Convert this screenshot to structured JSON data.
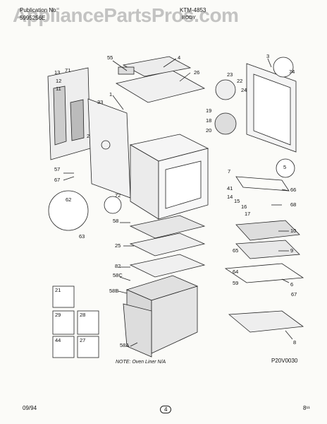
{
  "header": {
    "publication_label": "Publication No.",
    "publication_number": "5995256E",
    "model_label": "KTM-4853",
    "model_sub": "BODY",
    "watermark": "AppliancePartsPros.com"
  },
  "callouts": {
    "c55": "55",
    "c4": "4",
    "c3": "3",
    "c74": "74",
    "c13": "13",
    "c71": "71",
    "c12": "12",
    "c11": "11",
    "c26": "26",
    "c23": "23",
    "c22": "22",
    "c24": "24",
    "c1": "1",
    "c33": "33",
    "c19": "19",
    "c18": "18",
    "c20": "20",
    "c2": "2",
    "c57": "57",
    "c67a": "67",
    "c72": "72",
    "c5": "5",
    "c7": "7",
    "c66": "66",
    "c41": "41",
    "c14": "14",
    "c15": "15",
    "c16": "16",
    "c17": "17",
    "c68": "68",
    "c62": "62",
    "c63": "63",
    "c58": "58",
    "c10": "10",
    "c25": "25",
    "c65": "65",
    "c9": "9",
    "c82": "82",
    "c64": "64",
    "c58c": "58C",
    "c59": "59",
    "c6": "6",
    "c58b": "58B",
    "c67b": "67",
    "c21": "21",
    "c29": "29",
    "c28": "28",
    "c44": "44",
    "c27": "27",
    "c58a": "58A",
    "c8": "8"
  },
  "note": "NOTE: Oven Liner N/A",
  "figure_code": "P20V0030",
  "footer": {
    "date": "09/94",
    "page": "4",
    "corner": "8¹¹"
  }
}
